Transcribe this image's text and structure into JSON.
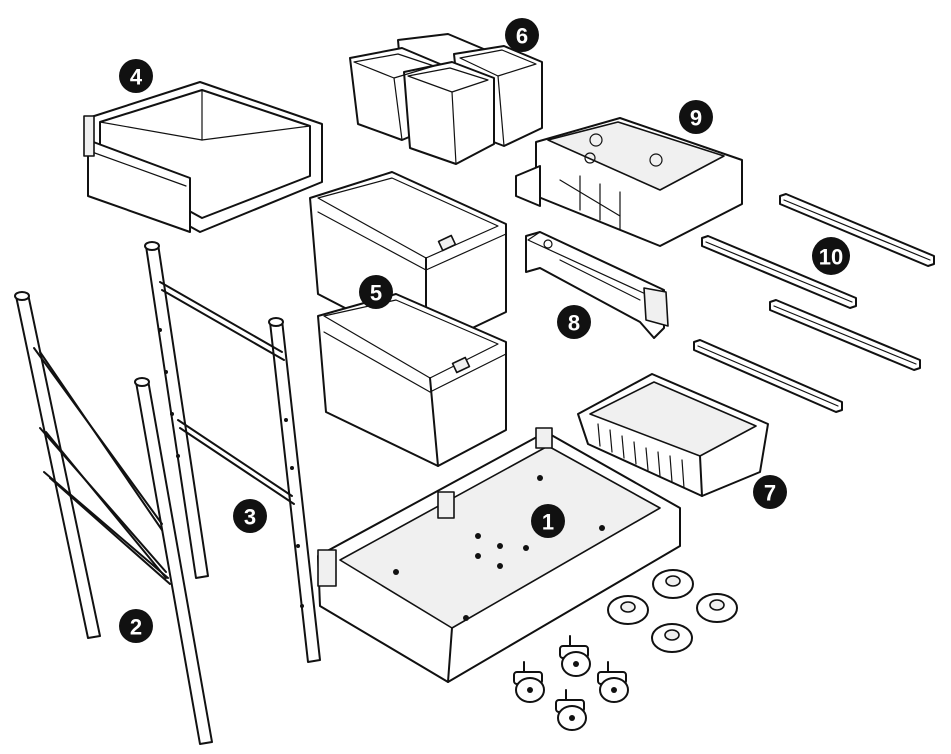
{
  "diagram": {
    "callouts": {
      "p1": "1",
      "p2": "2",
      "p3": "3",
      "p4": "4",
      "p5": "5",
      "p6": "6",
      "p7": "7",
      "p8": "8",
      "p9": "9",
      "p10": "10"
    }
  }
}
